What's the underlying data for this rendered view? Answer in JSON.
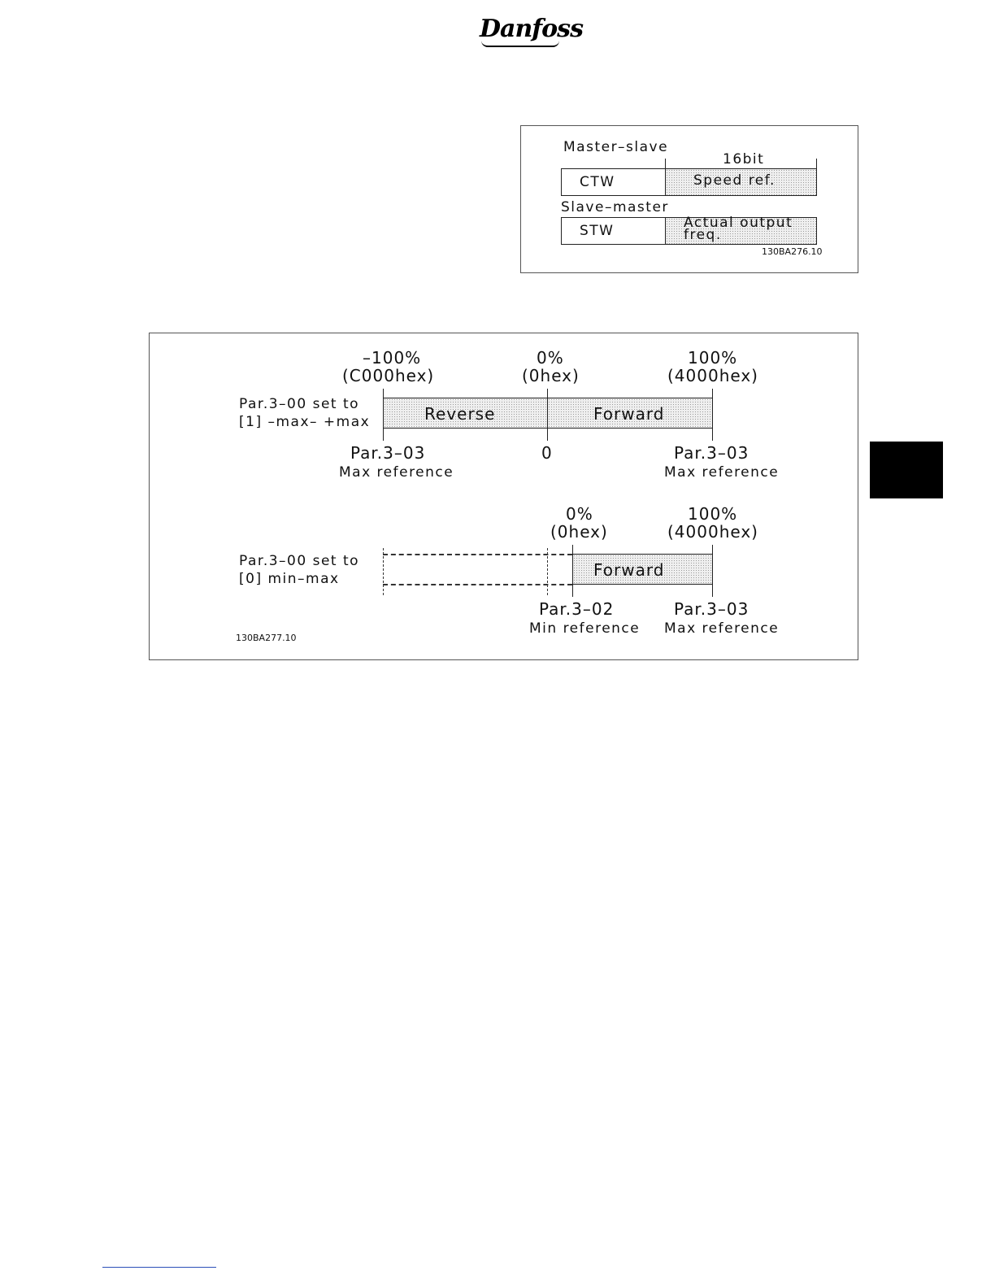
{
  "header": {
    "logo_text": "Danfoss"
  },
  "telegram_diagram": {
    "master_slave_label": "Master–slave",
    "bits_label": "16bit",
    "ctw": "CTW",
    "speed_ref": "Speed  ref.",
    "slave_master_label": "Slave–master",
    "stw": "STW",
    "actual_output_line1": "Actual  output",
    "actual_output_line2": "freq.",
    "figure_id": "130BA276.10"
  },
  "reference_diagram": {
    "row1": {
      "left_pct": "–100%",
      "left_hex": "(C000hex)",
      "mid_pct": "0%",
      "mid_hex": "(0hex)",
      "right_pct": "100%",
      "right_hex": "(4000hex)",
      "par_line1": "Par.3–00  set  to",
      "par_line2": "[1]  –max–  +max",
      "reverse": "Reverse",
      "forward": "Forward",
      "left_par": "Par.3–03",
      "left_ref": "Max  reference",
      "zero": "0",
      "right_par": "Par.3–03",
      "right_ref": "Max  reference"
    },
    "row2": {
      "mid_pct": "0%",
      "mid_hex": "(0hex)",
      "right_pct": "100%",
      "right_hex": "(4000hex)",
      "par_line1": "Par.3–00  set  to",
      "par_line2": "[0]  min–max",
      "forward": "Forward",
      "left_par": "Par.3–02",
      "left_ref": "Min  reference",
      "right_par": "Par.3–03",
      "right_ref": "Max  reference"
    },
    "figure_id": "130BA277.10"
  }
}
